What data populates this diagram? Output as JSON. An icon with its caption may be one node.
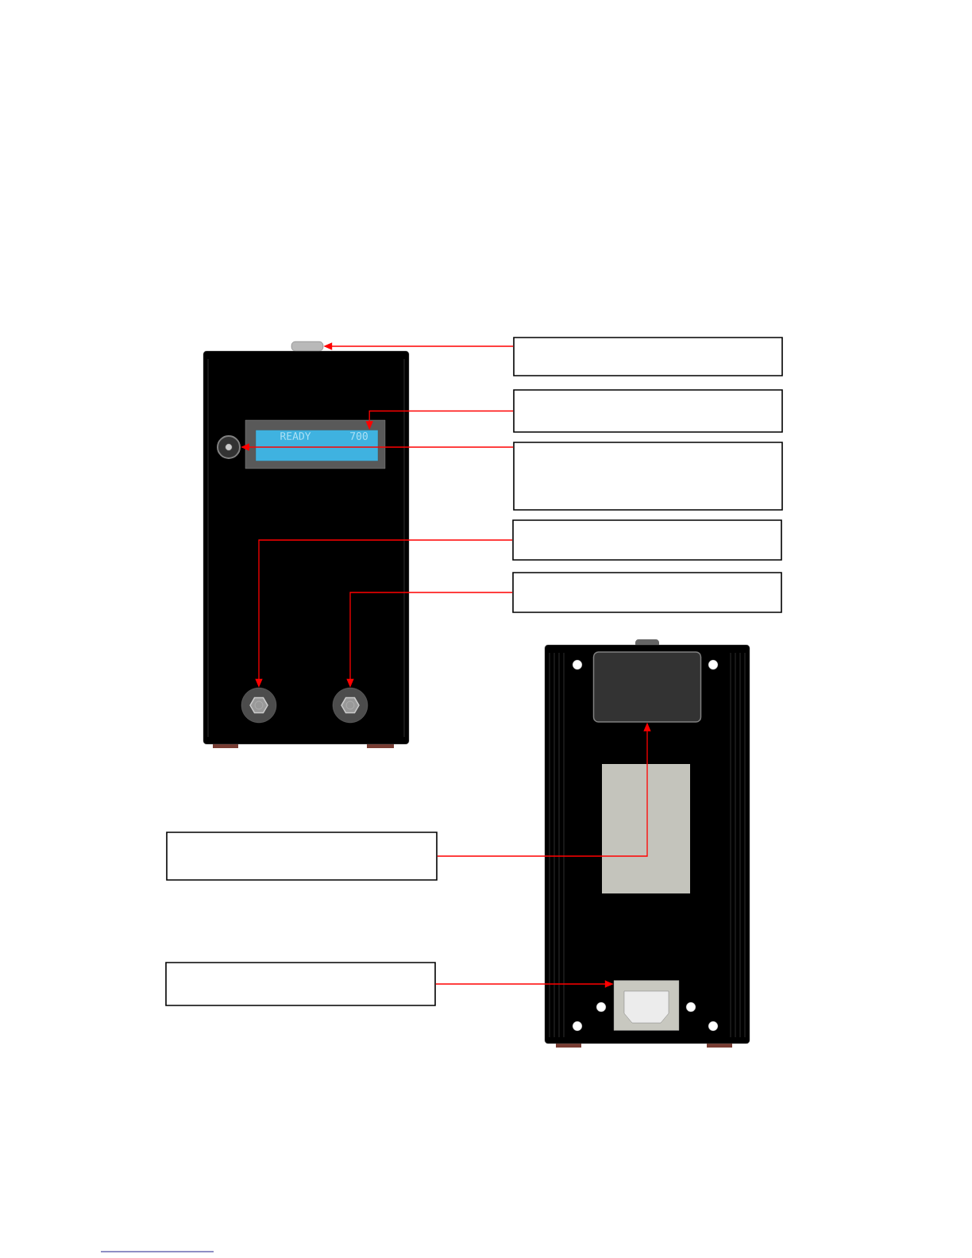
{
  "diagram": {
    "nodes": [
      {
        "text": [],
        "shape": "box"
      },
      {
        "text": [],
        "shape": "box"
      },
      {
        "text": [],
        "shape": "box"
      },
      {
        "text": [],
        "shape": "box"
      },
      {
        "text": [],
        "shape": "box"
      },
      {
        "text": [],
        "shape": "box"
      },
      {
        "text": [],
        "shape": "box"
      },
      {
        "text": [],
        "shape": "knob"
      },
      {
        "text": [],
        "shape": "box"
      },
      {
        "text": [],
        "shape": "circle"
      },
      {
        "text": [],
        "shape": "circle"
      },
      {
        "text": [],
        "shape": "circle"
      },
      {
        "text": [],
        "shape": "box"
      },
      {
        "text": [],
        "shape": "box"
      }
    ],
    "edges": [
      {
        "from": 0,
        "to": 7,
        "arrow": "to"
      },
      {
        "from": 1,
        "to": 8,
        "arrow": "to"
      },
      {
        "from": 2,
        "to": 9,
        "arrow": "to"
      },
      {
        "from": 3,
        "to": 10,
        "arrow": "to"
      },
      {
        "from": 4,
        "to": 11,
        "arrow": "to"
      },
      {
        "from": 5,
        "to": 12,
        "arrow": "to"
      },
      {
        "from": 6,
        "to": 13,
        "arrow": "to"
      }
    ],
    "labels": [
      "READY",
      "700"
    ]
  }
}
